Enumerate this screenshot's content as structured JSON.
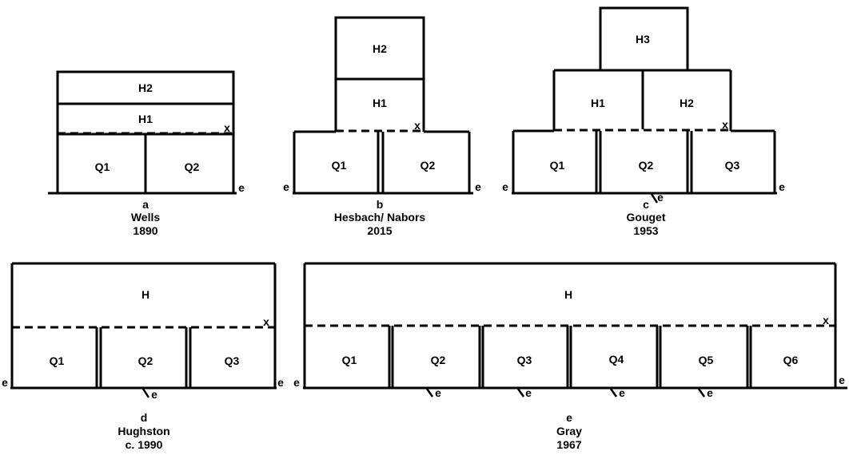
{
  "diagrams": {
    "a": {
      "letter": "a",
      "name": "Wells",
      "year": "1890",
      "labels": {
        "h2": "H2",
        "h1": "H1",
        "q1": "Q1",
        "q2": "Q2",
        "x": "x",
        "e": "e"
      }
    },
    "b": {
      "letter": "b",
      "name": "Hesbach/ Nabors",
      "year": "2015",
      "labels": {
        "h2": "H2",
        "h1": "H1",
        "q1": "Q1",
        "q2": "Q2",
        "x": "x",
        "e_left": "e",
        "e_right": "e"
      }
    },
    "c": {
      "letter": "c",
      "name": "Gouget",
      "year": "1953",
      "labels": {
        "h3": "H3",
        "h1": "H1",
        "h2": "H2",
        "q1": "Q1",
        "q2": "Q2",
        "q3": "Q3",
        "x": "x",
        "e_left": "e",
        "e_right": "e",
        "e_mid": "e"
      }
    },
    "d": {
      "letter": "d",
      "name": "Hughston",
      "year": "c. 1990",
      "labels": {
        "h": "H",
        "q1": "Q1",
        "q2": "Q2",
        "q3": "Q3",
        "x": "x",
        "e_left": "e",
        "e_right": "e",
        "e_mid": "e"
      }
    },
    "e": {
      "letter": "e",
      "name": "Gray",
      "year": "1967",
      "labels": {
        "h": "H",
        "q1": "Q1",
        "q2": "Q2",
        "q3": "Q3",
        "q4": "Q4",
        "q5": "Q5",
        "q6": "Q6",
        "x": "x",
        "e_left": "e",
        "e_right": "e",
        "e1": "e",
        "e2": "e",
        "e3": "e",
        "e4": "e"
      }
    }
  }
}
